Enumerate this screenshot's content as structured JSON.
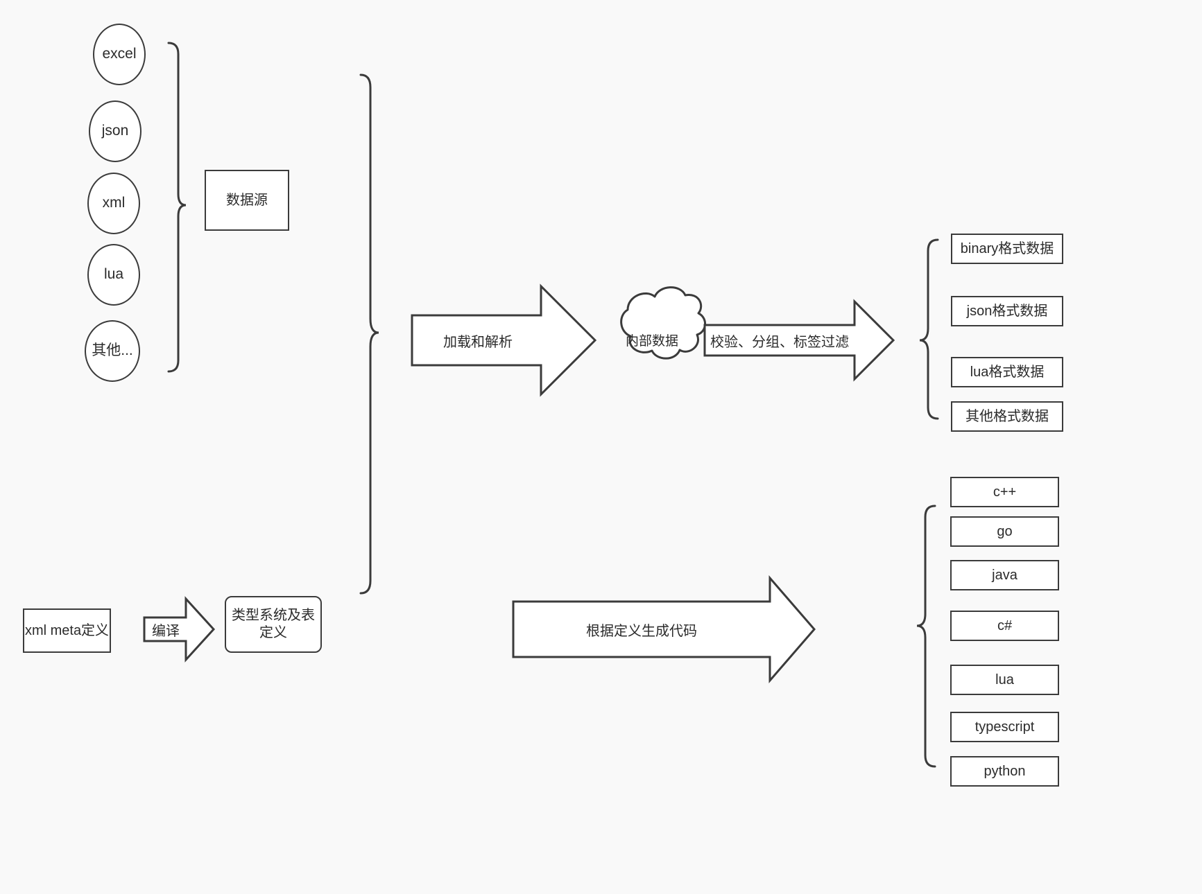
{
  "diagram": {
    "title": "Data pipeline and code generation flow",
    "colors": {
      "background": "#f9f9f9",
      "stroke": "#3b3b3b",
      "fill": "#ffffff",
      "text": "#2b2b2b"
    },
    "data_sources": {
      "group_label": "数据源",
      "items": [
        {
          "label": "excel"
        },
        {
          "label": "json"
        },
        {
          "label": "xml"
        },
        {
          "label": "lua"
        },
        {
          "label": "其他..."
        }
      ]
    },
    "meta": {
      "source_label": "xml meta定义",
      "compile_label": "编译",
      "type_system_label": "类型系统及表定义"
    },
    "pipeline": {
      "load_parse_label": "加载和解析",
      "internal_data_label": "内部数据",
      "filter_label": "校验、分组、标签过滤",
      "codegen_label": "根据定义生成代码"
    },
    "output_formats": [
      {
        "label": "binary格式数据"
      },
      {
        "label": "json格式数据"
      },
      {
        "label": "lua格式数据"
      },
      {
        "label": "其他格式数据"
      }
    ],
    "output_languages": [
      {
        "label": "c++"
      },
      {
        "label": "go"
      },
      {
        "label": "java"
      },
      {
        "label": "c#"
      },
      {
        "label": "lua"
      },
      {
        "label": "typescript"
      },
      {
        "label": "python"
      }
    ]
  }
}
